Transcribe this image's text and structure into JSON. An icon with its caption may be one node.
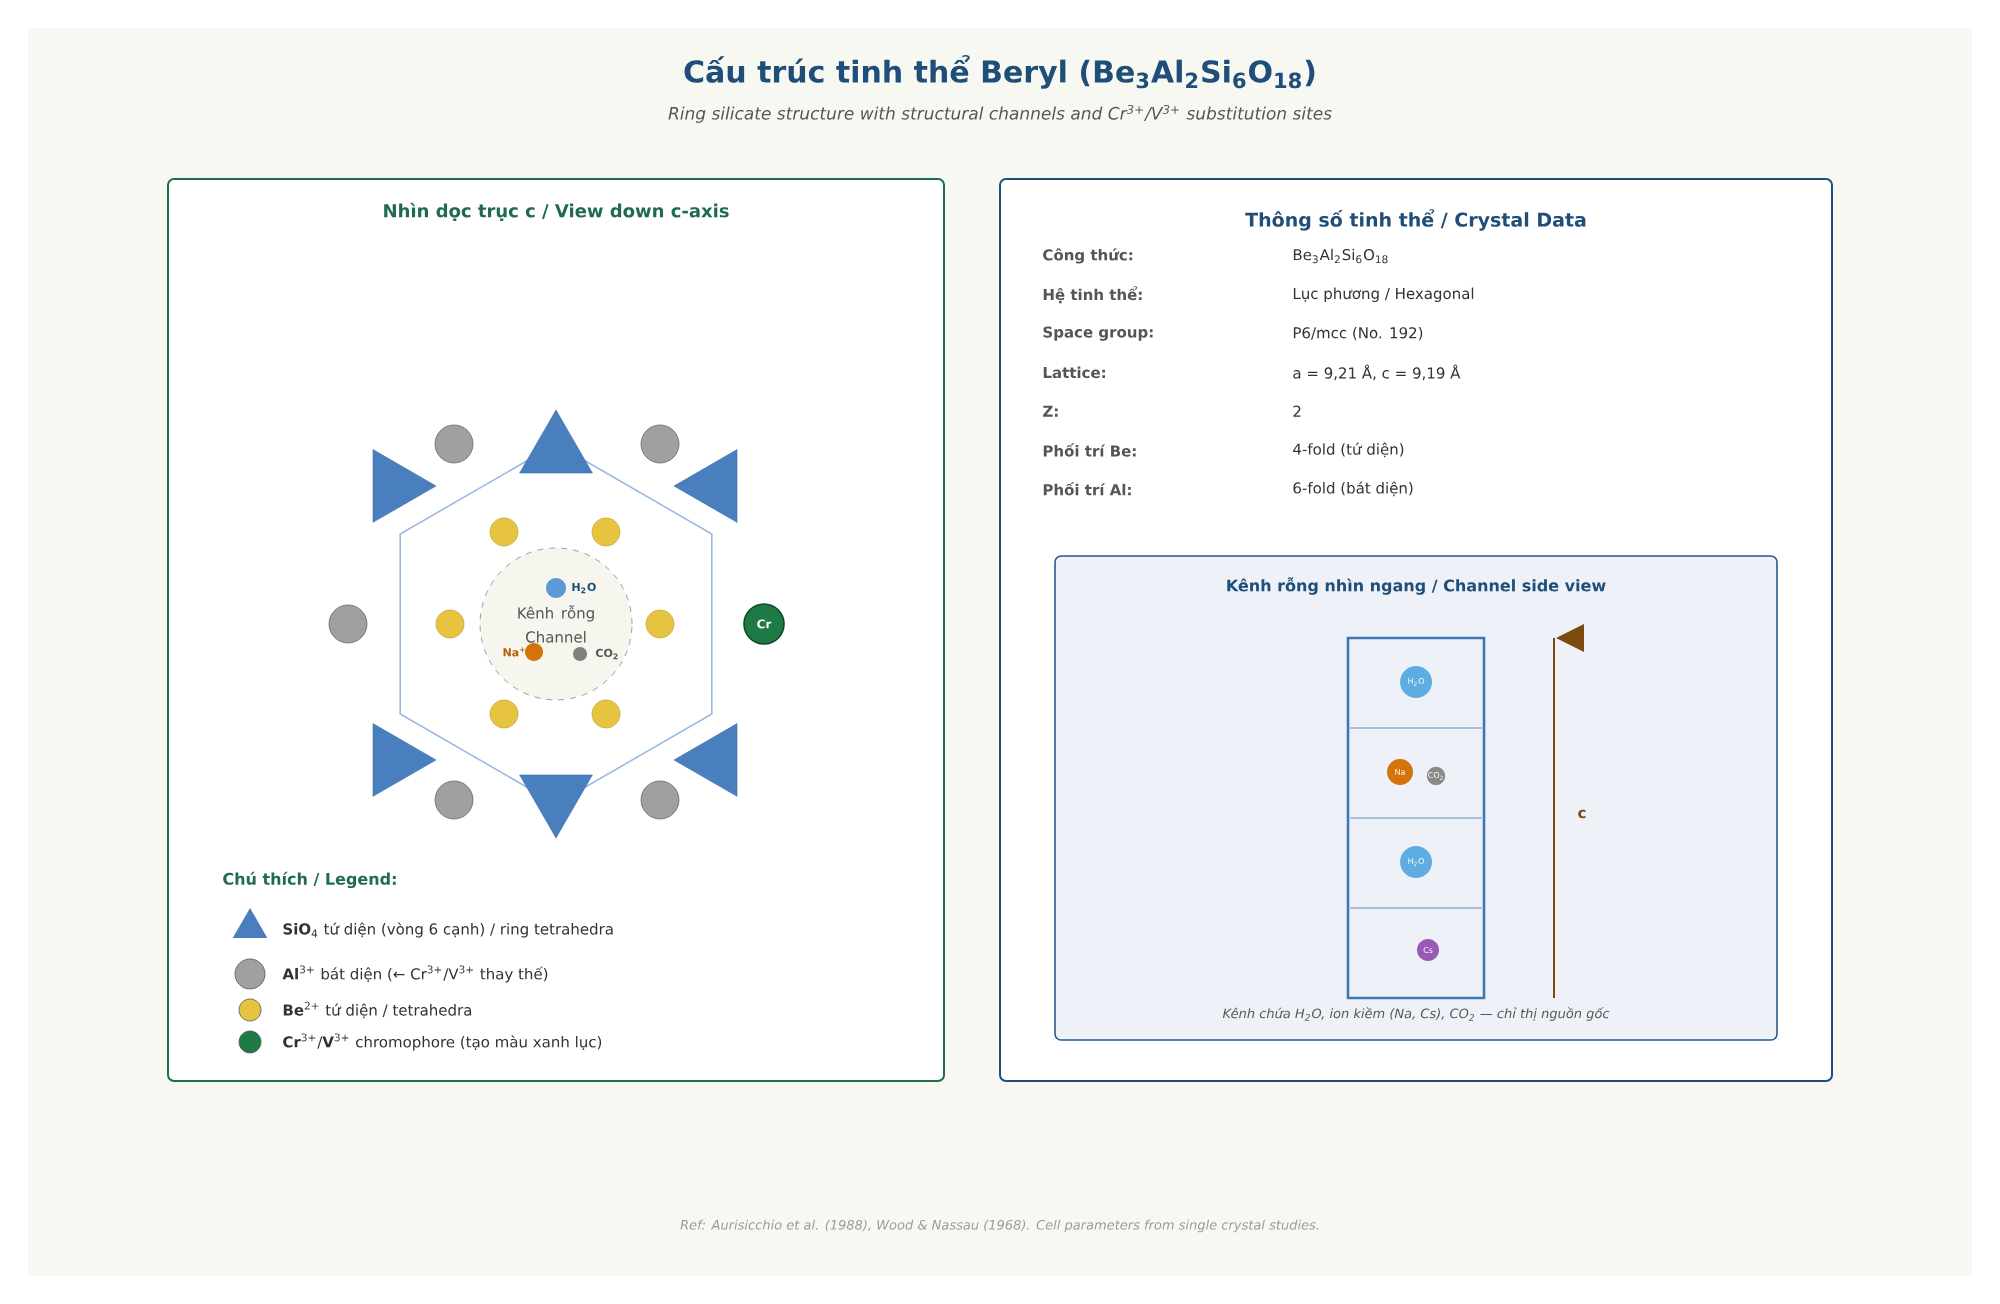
{
  "diagram": {
    "title": "Cấu trúc tinh thể Beryl (Be$_{3}$Al$_{2}$Si$_{6}$O$_{18}$)",
    "caption": "Ref: Aurisicchio et al. (1988), Wood & Nassau (1968). Cell parameters from single crystal studies.",
    "nodes": [
      {
        "text": [
          "Nhìn dọc trục c / View down c-axis"
        ]
      },
      {
        "text": [],
        "shape": "circle",
        "in": 0
      },
      {
        "text": [],
        "shape": "triangle",
        "in": 0
      },
      {
        "text": [],
        "shape": "circle",
        "in": 0
      },
      {
        "text": [],
        "shape": "triangle",
        "in": 0
      },
      {
        "text": [],
        "shape": "triangle",
        "in": 0
      },
      {
        "text": [],
        "shape": "circle",
        "in": 0
      },
      {
        "text": [],
        "shape": "circle",
        "in": 0
      },
      {
        "text": [
          "Kênh rỗng Channel"
        ],
        "in": 0
      },
      {
        "text": [],
        "shape": "circle",
        "in": 8,
        "beside": [
          "H$_{2}$O"
        ]
      },
      {
        "text": [],
        "shape": "circle",
        "in": 0
      },
      {
        "text": [],
        "shape": "circle",
        "in": 0
      },
      {
        "text": [],
        "shape": "circle",
        "in": 0
      },
      {
        "text": [
          "Cr"
        ],
        "in": 0
      },
      {
        "text": [],
        "shape": "circle",
        "in": 8,
        "beside": [
          "Na$^{+}$"
        ]
      },
      {
        "text": [],
        "shape": "circle",
        "in": 8,
        "beside": [
          "CO$_{2}$"
        ]
      },
      {
        "text": [],
        "shape": "circle",
        "in": 0
      },
      {
        "text": [],
        "shape": "circle",
        "in": 0
      },
      {
        "text": [],
        "shape": "triangle",
        "in": 0
      },
      {
        "text": [],
        "shape": "triangle",
        "in": 0
      },
      {
        "text": [],
        "shape": "circle",
        "in": 0
      },
      {
        "text": [],
        "shape": "triangle",
        "in": 0
      },
      {
        "text": [],
        "shape": "circle",
        "in": 0
      },
      {
        "text": [
          "Thông số tinh thể / Crystal Data",
          "Công thức:",
          "Be$_{3}$Al$_{2}$Si$_{6}$O$_{18}$",
          "Hệ tinh thể:",
          "Lục phương / Hexagonal",
          "Space group:",
          "P6/mcc (No. 192)",
          "Lattice:",
          "a = 9,21 Å, c = 9,19 Å",
          "Z:",
          "2",
          "Phối trí Be:",
          "4-fold (tứ diện)",
          "Phối trí Al:",
          "6-fold (bát diện)"
        ]
      },
      {
        "text": [
          "Kênh rỗng nhìn ngang / Channel side view",
          "Kênh chứa H$_{2}$O, ion kiềm (Na, Cs), CO$_{2}$ — chỉ thị nguồn gốc"
        ],
        "in": 23
      },
      {
        "text": [],
        "shape": "box",
        "in": 24
      },
      {
        "text": [
          "H$_{2}$O"
        ],
        "in": 25
      },
      {
        "text": [
          "Na"
        ],
        "in": 25
      },
      {
        "text": [
          "CO$_{2}$"
        ],
        "in": 25
      },
      {
        "text": [
          "H$_{2}$O"
        ],
        "in": 25
      },
      {
        "text": [
          "Cs"
        ],
        "in": 25
      }
    ],
    "labels": [
      "Ring silicate structure with structural channels and Cr$^{3+}$/V$^{3+}$ substitution sites",
      "Chú thích / Legend:",
      "c"
    ],
    "legend": [
      {
        "text": "**SiO**$_{4}$ tứ diện (vòng 6 cạnh) / ring tetrahedra"
      },
      {
        "text": "**Al**$^{3+}$ bát diện (← Cr$^{3+}$/V$^{3+}$ thay thế)",
        "color": "#a0a0a0"
      },
      {
        "text": "**Be**$^{2+}$ tứ diện / tetrahedra",
        "color": "#e6c440"
      },
      {
        "text": "**Cr**$^{3+}$/**V**$^{3+}$ chromophore (tạo màu xanh lục)",
        "color": "#1e7a45"
      }
    ]
  }
}
